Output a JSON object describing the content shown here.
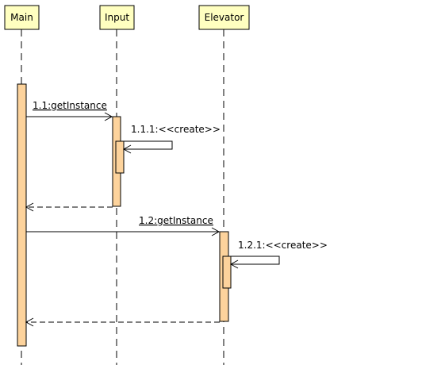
{
  "diagram": {
    "type": "sequence",
    "colors": {
      "participant_fill": "#ffffc0",
      "activation_fill": "#fdd39c",
      "line": "#000000"
    },
    "participants": [
      {
        "id": "main",
        "label": "Main"
      },
      {
        "id": "input",
        "label": "Input"
      },
      {
        "id": "elevator",
        "label": "Elevator"
      }
    ],
    "messages": [
      {
        "id": "m1",
        "label": "1.1:getInstance",
        "from": "main",
        "to": "input",
        "kind": "call",
        "underlined": true
      },
      {
        "id": "m2",
        "label": "1.1.1:<<create>>",
        "from": "input",
        "to": "input",
        "kind": "self",
        "underlined": false
      },
      {
        "id": "m3",
        "label": "",
        "from": "input",
        "to": "main",
        "kind": "return",
        "underlined": false
      },
      {
        "id": "m4",
        "label": "1.2:getInstance",
        "from": "main",
        "to": "elevator",
        "kind": "call",
        "underlined": true
      },
      {
        "id": "m5",
        "label": "1.2.1:<<create>>",
        "from": "elevator",
        "to": "elevator",
        "kind": "self",
        "underlined": false
      },
      {
        "id": "m6",
        "label": "",
        "from": "elevator",
        "to": "main",
        "kind": "return",
        "underlined": false
      }
    ]
  }
}
